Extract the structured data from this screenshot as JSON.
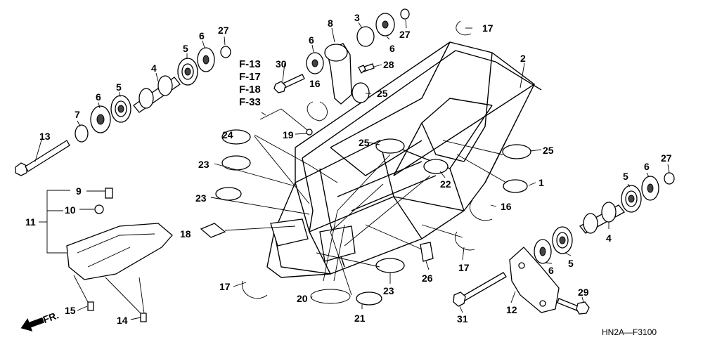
{
  "callouts": [
    {
      "id": "c1",
      "text": "1"
    },
    {
      "id": "c2",
      "text": "2"
    },
    {
      "id": "c3",
      "text": "3"
    },
    {
      "id": "c4a",
      "text": "4"
    },
    {
      "id": "c4b",
      "text": "4"
    },
    {
      "id": "c5a",
      "text": "5"
    },
    {
      "id": "c5b",
      "text": "5"
    },
    {
      "id": "c5c",
      "text": "5"
    },
    {
      "id": "c5d",
      "text": "5"
    },
    {
      "id": "c6a",
      "text": "6"
    },
    {
      "id": "c6b",
      "text": "6"
    },
    {
      "id": "c6c",
      "text": "6"
    },
    {
      "id": "c6d",
      "text": "6"
    },
    {
      "id": "c6e",
      "text": "6"
    },
    {
      "id": "c6f",
      "text": "6"
    },
    {
      "id": "c7",
      "text": "7"
    },
    {
      "id": "c8",
      "text": "8"
    },
    {
      "id": "c9",
      "text": "9"
    },
    {
      "id": "c10",
      "text": "10"
    },
    {
      "id": "c11",
      "text": "11"
    },
    {
      "id": "c12",
      "text": "12"
    },
    {
      "id": "c13",
      "text": "13"
    },
    {
      "id": "c14",
      "text": "14"
    },
    {
      "id": "c15",
      "text": "15"
    },
    {
      "id": "c16a",
      "text": "16"
    },
    {
      "id": "c16b",
      "text": "16"
    },
    {
      "id": "c17a",
      "text": "17"
    },
    {
      "id": "c17b",
      "text": "17"
    },
    {
      "id": "c17c",
      "text": "17"
    },
    {
      "id": "c18",
      "text": "18"
    },
    {
      "id": "c19",
      "text": "19"
    },
    {
      "id": "c20",
      "text": "20"
    },
    {
      "id": "c21",
      "text": "21"
    },
    {
      "id": "c22",
      "text": "22"
    },
    {
      "id": "c23a",
      "text": "23"
    },
    {
      "id": "c23b",
      "text": "23"
    },
    {
      "id": "c23c",
      "text": "23"
    },
    {
      "id": "c24",
      "text": "24"
    },
    {
      "id": "c25a",
      "text": "25"
    },
    {
      "id": "c25b",
      "text": "25"
    },
    {
      "id": "c25c",
      "text": "25"
    },
    {
      "id": "c26",
      "text": "26"
    },
    {
      "id": "c27a",
      "text": "27"
    },
    {
      "id": "c27b",
      "text": "27"
    },
    {
      "id": "c27c",
      "text": "27"
    },
    {
      "id": "c28",
      "text": "28"
    },
    {
      "id": "c29",
      "text": "29"
    },
    {
      "id": "c30",
      "text": "30"
    },
    {
      "id": "c31",
      "text": "31"
    }
  ],
  "frame_refs": [
    "F-13",
    "F-17",
    "F-18",
    "F-33"
  ],
  "direction_label": "FR.",
  "diagram_code": "HN2A—F3100",
  "icons": {
    "direction": "forward-arrow-icon"
  }
}
